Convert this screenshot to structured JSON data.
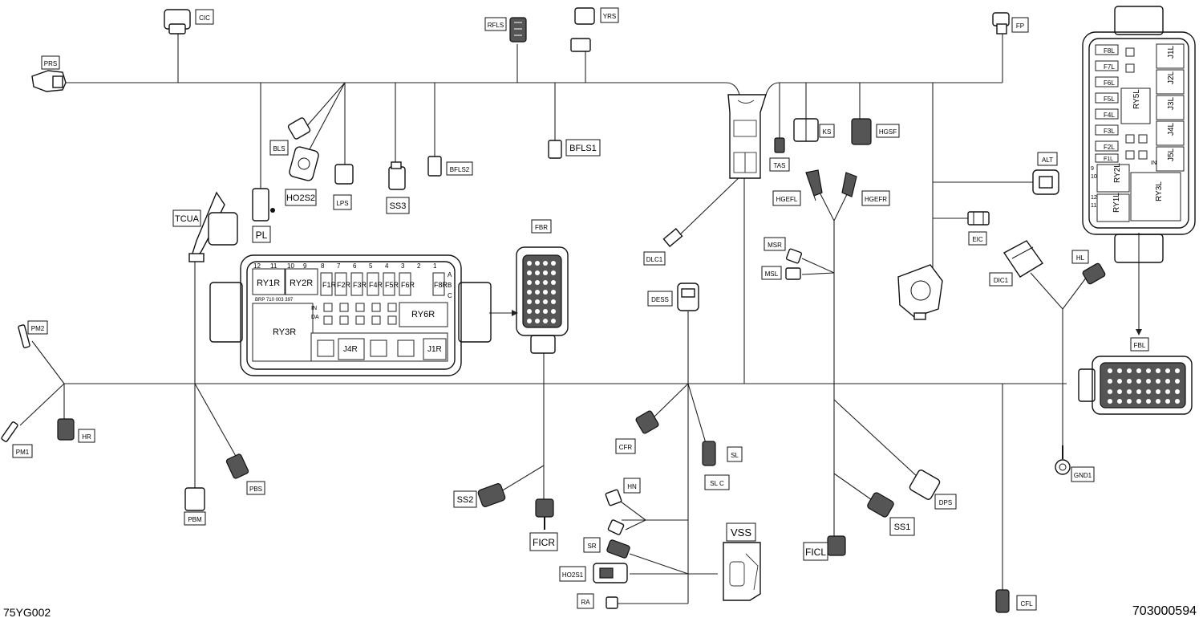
{
  "drawing": {
    "code_left": "75YG002",
    "code_right": "703000594"
  },
  "connectors": {
    "CIC": "CIC",
    "PRS": "PRS",
    "RFLS": "RFLS",
    "YRS": "YRS",
    "FP": "FP",
    "BLS": "BLS",
    "HO2S2": "HO2S2",
    "LPS": "LPS",
    "SS3": "SS3",
    "BFLS2": "BFLS2",
    "BFLS1": "BFLS1",
    "TAS": "TAS",
    "KS": "KS",
    "HGSF": "HGSF",
    "ALT": "ALT",
    "TCUA": "TCUA",
    "PL": "PL",
    "FBR": "FBR",
    "DLC1": "DLC1",
    "HGEFL": "HGEFL",
    "HGEFR": "HGEFR",
    "EIC": "EIC",
    "DIC1": "DIC1",
    "HL": "HL",
    "MSR": "MSR",
    "MSL": "MSL",
    "DESS": "DESS",
    "FBL": "FBL",
    "PM2": "PM2",
    "PM1": "PM1",
    "HR": "HR",
    "PBS": "PBS",
    "PBM": "PBM",
    "CFR": "CFR",
    "SL": "SL",
    "SLC": "SL C",
    "GND1": "GND1",
    "HN": "HN",
    "SS2": "SS2",
    "FICR": "FICR",
    "SR": "SR",
    "HO2S1": "HO2S1",
    "RA": "RA",
    "VSS": "VSS",
    "SS1": "SS1",
    "DPS": "DPS",
    "FICL": "FICL",
    "CFL": "CFL"
  },
  "fuse_box_right": {
    "relays": {
      "RY1R": "RY1R",
      "RY2R": "RY2R",
      "RY3R": "RY3R",
      "RY6R": "RY6R"
    },
    "fuses": {
      "F1R": "F1R",
      "F2R": "F2R",
      "F3R": "F3R",
      "F4R": "F4R",
      "F5R": "F5R",
      "F6R": "F6R",
      "F8R": "F8R"
    },
    "jumpers": {
      "J4R": "J4R",
      "J1R": "J1R"
    },
    "numbers": {
      "n12": "12",
      "n11": "11",
      "n10": "10",
      "n9": "9",
      "n8": "8",
      "n7": "7",
      "n6": "6",
      "n5": "5",
      "n4": "4",
      "n3": "3",
      "n2": "2",
      "n1": "1"
    },
    "letters": {
      "A": "A",
      "B": "B",
      "C": "C"
    },
    "part_text": "BRP 710 003 397",
    "side_in": "IN",
    "side_da": "DA"
  },
  "fuse_box_left": {
    "relays": {
      "RY5L": "RY5L",
      "RY2L": "RY2L",
      "RY1L": "RY1L",
      "RY3L": "RY3L"
    },
    "fuses": {
      "F8L": "F8L",
      "F7L": "F7L",
      "F6L": "F6L",
      "F5L": "F5L",
      "F4L": "F4L",
      "F3L": "F3L",
      "F2L": "F2L",
      "F1L": "F1L"
    },
    "jumpers": {
      "J1L": "J1L",
      "J2L": "J2L",
      "J3L": "J3L",
      "J4L": "J4L",
      "J5L": "J5L"
    },
    "numbers": {
      "n9": "9",
      "n10": "10",
      "n12": "12",
      "n11": "11"
    },
    "side_in": "IN"
  }
}
